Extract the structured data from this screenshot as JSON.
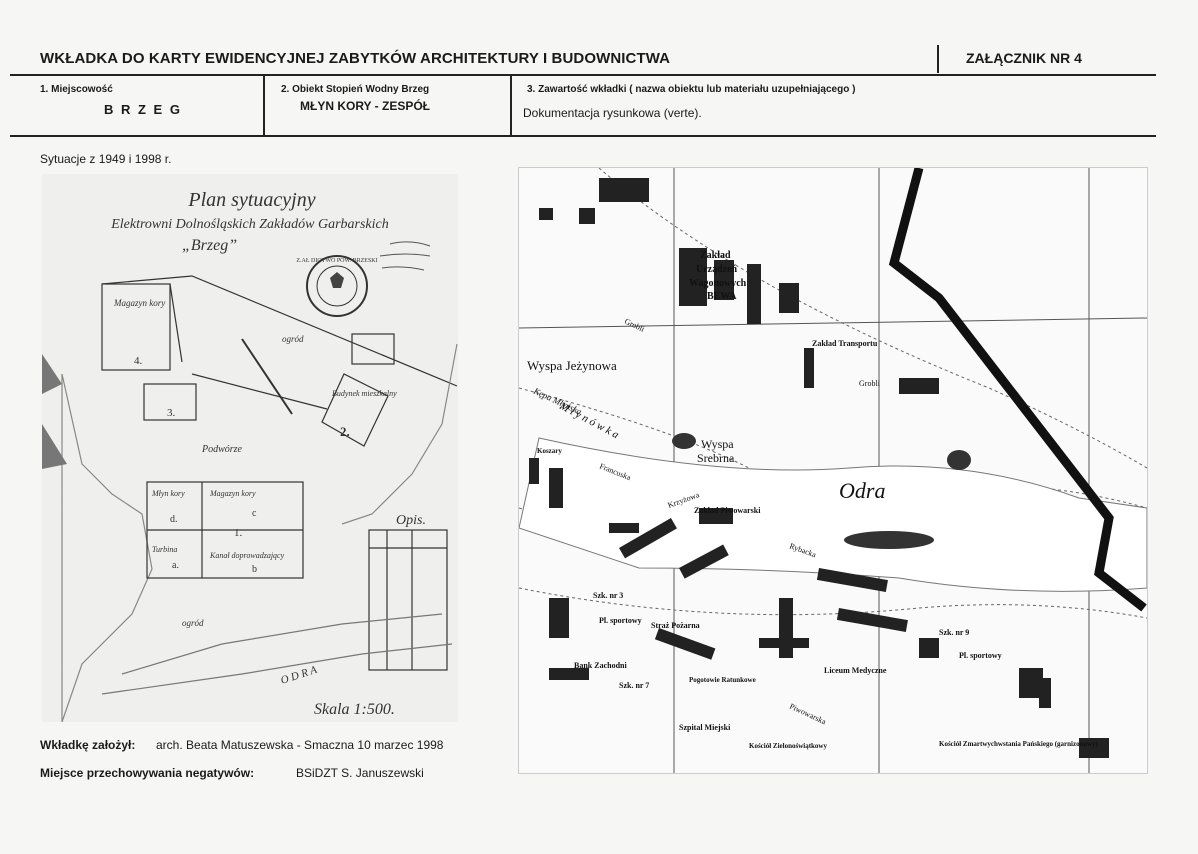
{
  "header": {
    "title": "WKŁADKA DO KARTY EWIDENCYJNEJ ZABYTKÓW ARCHITEKTURY I BUDOWNICTWA",
    "annex": "ZAŁĄCZNIK NR 4"
  },
  "fields": {
    "locality_label": "1. Miejscowość",
    "locality_value": "B R Z E G",
    "object_label": "2. Obiekt   Stopień Wodny Brzeg",
    "object_value": "MŁYN KORY - ZESPÓŁ",
    "content_label": "3. Zawartość wkładki ( nazwa obiektu lub materiału uzupełniającego )",
    "content_value": "Dokumentacja  rysunkowa (verte)."
  },
  "caption": "Sytuacje z 1949 i 1998 r.",
  "plan": {
    "title": "Plan sytuacyjny",
    "subtitle": "Elektrowni Dolnośląskich Zakładów Garbarskich",
    "place": "„Brzeg”",
    "stamp_text": "Z.AŁ DIOTWO POW. BRZESKI",
    "labels": {
      "warehouse": "Magazyn kory",
      "num4": "4.",
      "num3": "3.",
      "house": "Budynek mieszkalny",
      "num2": "2.",
      "courtyard": "Podwórze",
      "garden_top": "ogród",
      "garden_bottom": "ogród",
      "mill": "Młyn kory",
      "warehouse2": "Magazyn kory",
      "d": "d.",
      "c": "c",
      "num1": "1.",
      "turbine": "Turbina",
      "a": "a.",
      "channel": "Kanał doprowadzający",
      "b": "b",
      "river": "O D R A",
      "legend": "Opis.",
      "scale": "Skala 1:500."
    }
  },
  "map": {
    "labels": {
      "zaklad": "Zakład",
      "urzadzen": "Urządzeń",
      "wagonowych": "Wagonowych",
      "bewa": "BEWA",
      "wyspa_jez": "Wyspa Jeżynowa",
      "kepa": "Kępa Młyńska",
      "mlynowka": "M ł y n ó w k a",
      "wyspa_sreb1": "Wyspa",
      "wyspa_sreb2": "Srebrna",
      "odra": "Odra",
      "grobli": "Grobli",
      "grobli2": "Grobli",
      "kaszary": "Koszary",
      "zaklad_transp": "Zakład Transportu",
      "zaklad_piw": "Zakład Piwowarski",
      "szk3": "Szk. nr 3",
      "szk7": "Szk. nr 7",
      "szk": "Szk. nr 9",
      "pl_sport": "Pl. sportowy",
      "pl_sport2": "Pl. sportowy",
      "liceum": "Liceum Medyczne",
      "straz": "Straż Pożarna",
      "bank": "Bank Zachodni",
      "pogotowie": "Pogotowie Ratunkowe",
      "szpital": "Szpital Miejski",
      "kosciol": "Kościół Zielonoświątkowy",
      "kosciol2": "Kościół Zmartwychwstania Pańskiego (garnizonowy)",
      "krzyz": "Krzyżowa",
      "francuska": "Francuska",
      "piwowarska": "Piwowarska",
      "rybacka": "Rybacka"
    }
  },
  "footer": {
    "founder_label": "Wkładkę założył:",
    "founder_value": "arch. Beata Matuszewska - Smaczna 10 marzec 1998",
    "storage_label": "Miejsce przechowywania negatywów:",
    "storage_value": "BSiDZT S. Januszewski"
  }
}
